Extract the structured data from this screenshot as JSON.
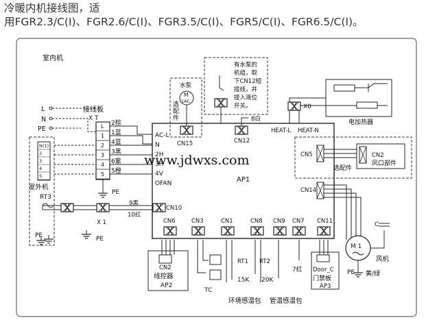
{
  "caption": {
    "line1": "冷暖内机接线图，适",
    "line2": "用FGR2.3/C(I)、FGR2.6/C(I)、FGR3.5/C(I)、FGR5/C(I)、FGR6.5/C(I)。"
  },
  "indoor_unit_label": "室内机",
  "outdoor_unit_label": "室外机",
  "terminal_board": {
    "title": "接线板",
    "code": "X T",
    "left_labels": [
      "L",
      "N",
      "PE"
    ],
    "outdoor_terminals": [
      "N(1)",
      "2",
      "3",
      "4",
      "5"
    ],
    "rows": [
      {
        "num": "L",
        "wire": "2棕"
      },
      {
        "num": "1",
        "wire": "1蓝"
      },
      {
        "num": "2",
        "wire": "4蓝"
      },
      {
        "num": "3",
        "wire": "3黑"
      },
      {
        "num": "4",
        "wire": "6紫"
      },
      {
        "num": "5",
        "wire": "5橙"
      }
    ]
  },
  "pump_note": "有水泵的机组，取下CN12短接线，并接入液位开关。",
  "pump": {
    "title": "水泵",
    "motor": "M",
    "ac": "1AC",
    "option": "选配件"
  },
  "heater_label": "电加热器",
  "heater_connector": "X0",
  "ap1": {
    "name": "AP1",
    "left_pins": [
      "AC-L",
      "N",
      "2H",
      "3H",
      "4V",
      "OFAN"
    ],
    "top_pins": [
      "CN15",
      "CN12",
      "8白",
      "HEAT-L",
      "HEAT-N"
    ],
    "bottom_pins": [
      "CN6",
      "CN3",
      "CN1",
      "CN8",
      "CN9",
      "CN7",
      "CN11"
    ],
    "right_pins": [
      "CN5",
      "CN14"
    ]
  },
  "louver": {
    "cn": "CN2",
    "name": "风口部件",
    "option": "选配件"
  },
  "sensor_wires": {
    "rt3": "RT3",
    "black": "9黑",
    "red": "10红",
    "x1": "X 1",
    "cn10": "CN10"
  },
  "controller": {
    "cn": "CN2",
    "name": "线控器",
    "ap": "AP2"
  },
  "tc_label": "TC",
  "rt1": {
    "name": "RT1",
    "value": "15K"
  },
  "rt2": {
    "name": "RT2",
    "value": "20K"
  },
  "red7": "7红",
  "door": {
    "code": "Door_C",
    "name": "门禁板",
    "ap": "AP3"
  },
  "fan": {
    "motor": "M 1",
    "label": "风机",
    "cap": "C",
    "ground_color": "黄/绿"
  },
  "pe_label": "PE",
  "bottom_labels": [
    "环境感温包",
    "管温感温包"
  ],
  "watermark": "www.jdwxs.com",
  "colors": {
    "line": "#222222",
    "watermark": "#1e9a34",
    "dashed": "#333333",
    "frame": "#666666"
  }
}
